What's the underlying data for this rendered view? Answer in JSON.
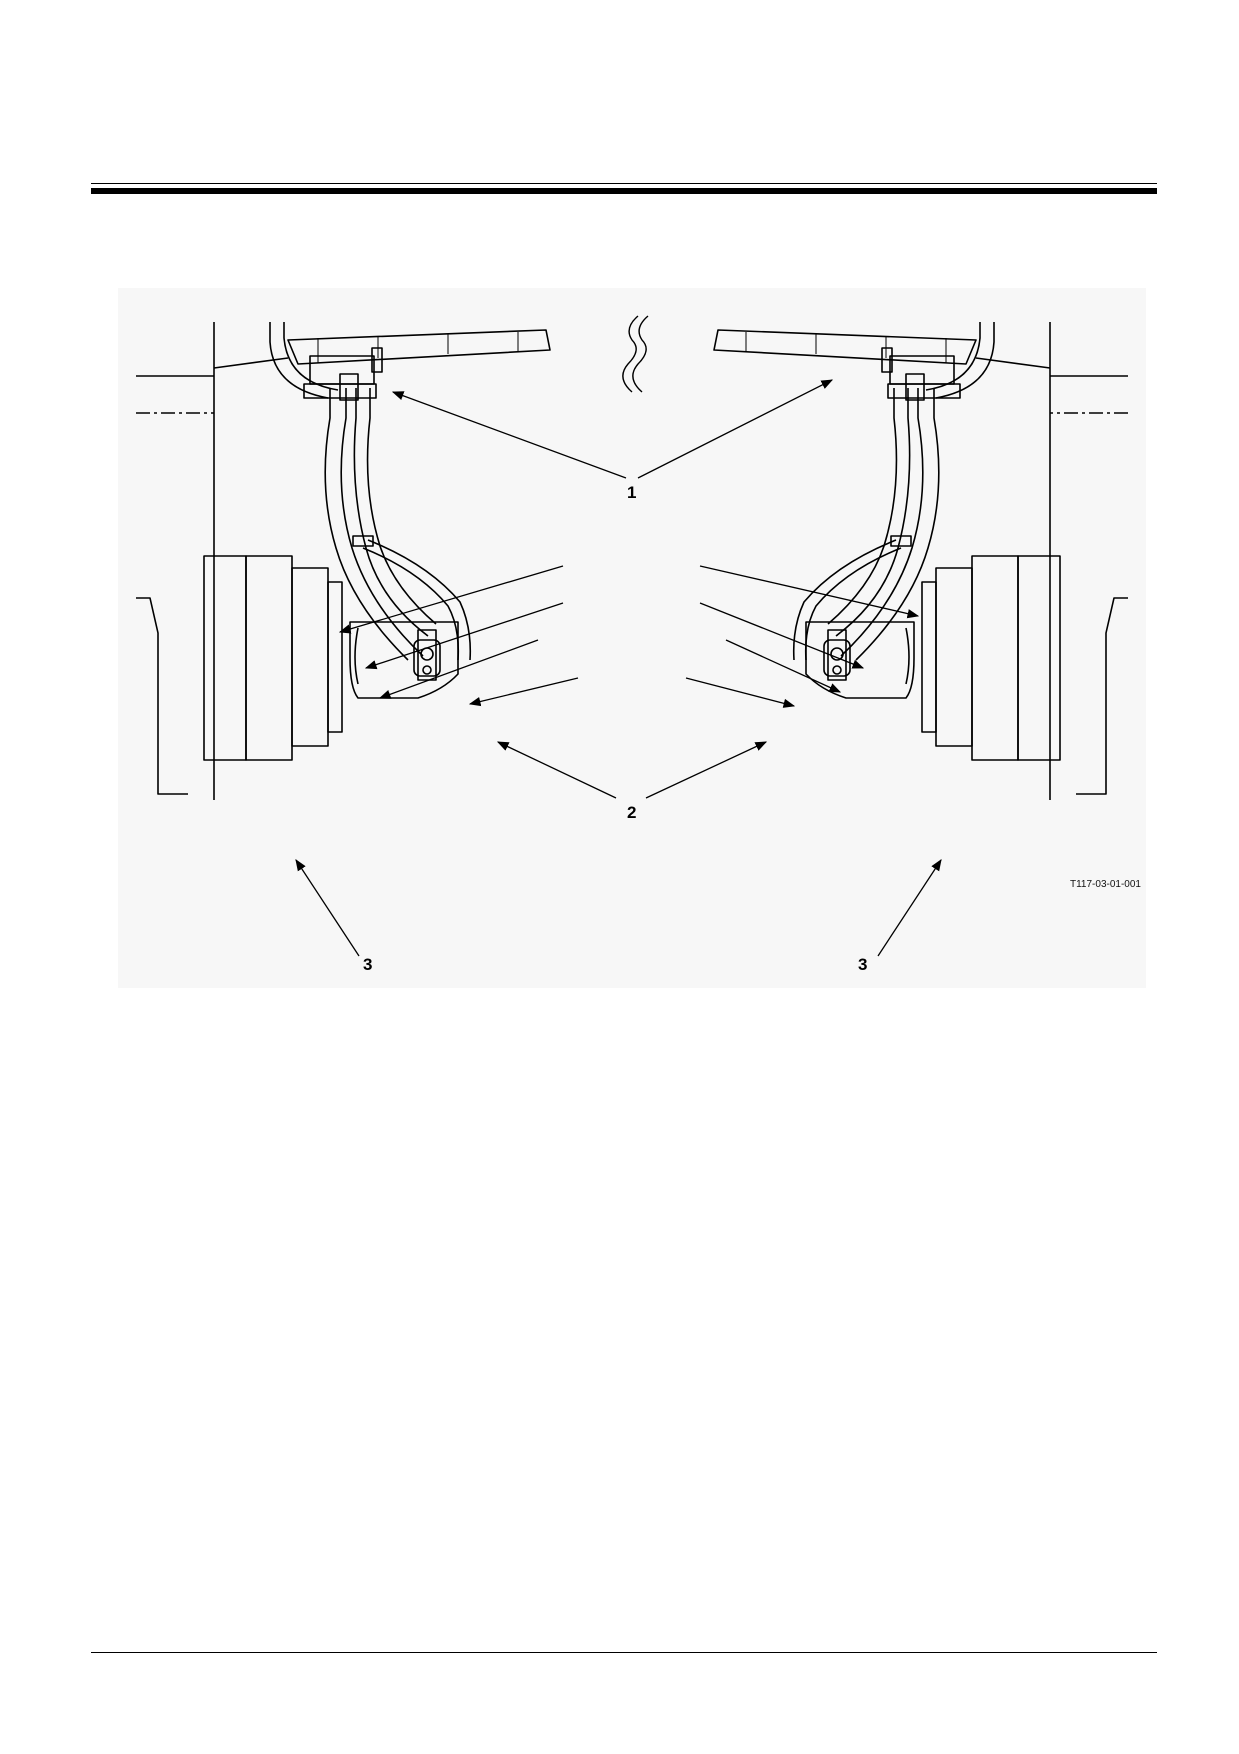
{
  "figure": {
    "callouts": {
      "c1": "1",
      "c2": "2",
      "c3_left": "3",
      "c3_right": "3"
    },
    "figure_id": "T117-03-01-001"
  }
}
